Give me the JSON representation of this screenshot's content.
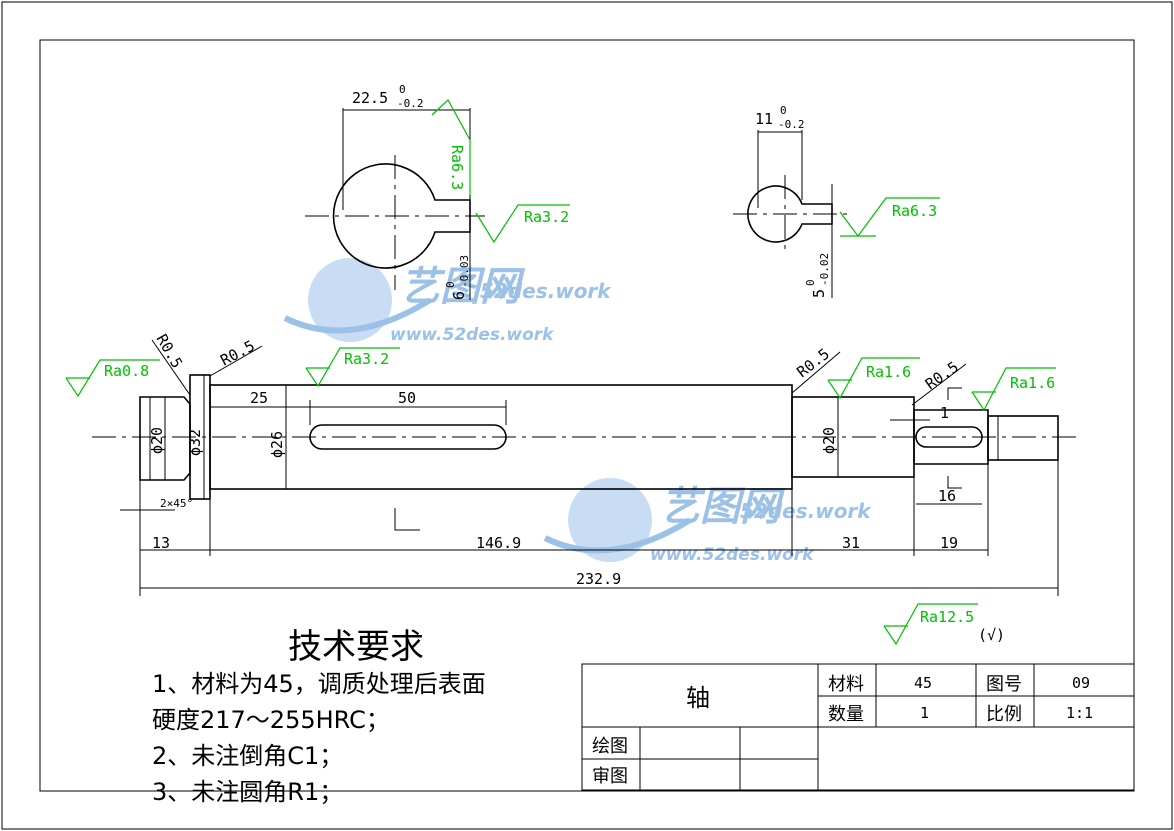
{
  "drawing": {
    "section_a": {
      "width_dim": "22.5",
      "width_tol_upper": "0",
      "width_tol_lower": "-0.2",
      "depth_dim": "6",
      "depth_tol_upper": "0",
      "depth_tol_lower": "-0.03",
      "rough_1": "Ra6.3",
      "rough_2": "Ra3.2"
    },
    "section_b": {
      "width_dim": "11",
      "width_tol_upper": "0",
      "width_tol_lower": "-0.2",
      "depth_dim": "5",
      "depth_tol_upper": "0",
      "depth_tol_lower": "-0.02",
      "rough_1": "Ra6.3"
    },
    "shaft": {
      "radius_labels": [
        "R0.5",
        "R0.5",
        "R0.5",
        "R0.5"
      ],
      "roughness": [
        "Ra0.8",
        "Ra3.2",
        "Ra1.6",
        "Ra1.6"
      ],
      "diameters": [
        "ϕ20",
        "ϕ32",
        "ϕ26",
        "ϕ20"
      ],
      "dims_top": [
        "25",
        "50",
        "1"
      ],
      "dims_bottom": [
        "13",
        "146.9",
        "31",
        "19",
        "16"
      ],
      "overall": "232.9",
      "small_note": "2×45°"
    },
    "general_roughness": "Ra12.5",
    "general_mark": "(√)"
  },
  "tech_requirements": {
    "title": "技术要求",
    "items": [
      "1、材料为45，调质处理后表面",
      "硬度217～255HRC；",
      "2、未注倒角C1；",
      "3、未注圆角R1；"
    ]
  },
  "title_block": {
    "part_name": "轴",
    "material_label": "材料",
    "material_value": "45",
    "drawing_no_label": "图号",
    "drawing_no_value": "09",
    "quantity_label": "数量",
    "quantity_value": "1",
    "scale_label": "比例",
    "scale_value": "1:1",
    "drawn_label": "绘图",
    "checked_label": "审图"
  },
  "watermark": {
    "brand": "艺图网",
    "site_1": "52des.work",
    "site_2": "www.52des.work"
  },
  "colors": {
    "roughness": "#00c000",
    "watermark": "#4a8fd6"
  }
}
